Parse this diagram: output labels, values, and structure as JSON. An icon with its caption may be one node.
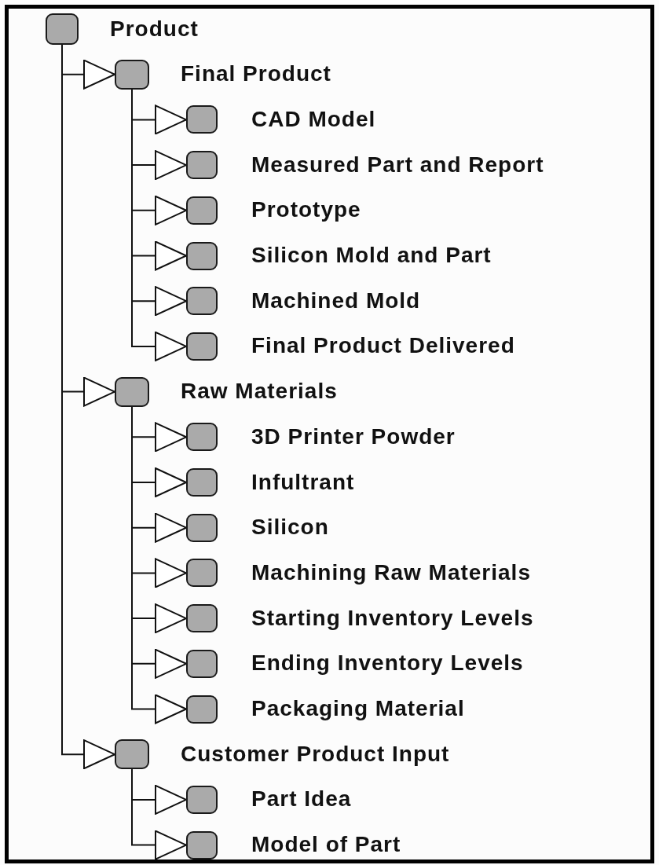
{
  "diagram": {
    "nodes": [
      {
        "text": [
          "Product"
        ]
      },
      {
        "text": [
          "Final Product"
        ]
      },
      {
        "text": [
          "CAD Model"
        ]
      },
      {
        "text": [
          "Measured Part and Report"
        ]
      },
      {
        "text": [
          "Prototype"
        ]
      },
      {
        "text": [
          "Silicon Mold and Part"
        ]
      },
      {
        "text": [
          "Machined Mold"
        ]
      },
      {
        "text": [
          "Final Product Delivered"
        ]
      },
      {
        "text": [
          "Raw Materials"
        ]
      },
      {
        "text": [
          "3D Printer Powder"
        ]
      },
      {
        "text": [
          "Infultrant"
        ]
      },
      {
        "text": [
          "Silicon"
        ]
      },
      {
        "text": [
          "Machining Raw Materials"
        ]
      },
      {
        "text": [
          "Starting Inventory Levels"
        ]
      },
      {
        "text": [
          "Ending Inventory Levels"
        ]
      },
      {
        "text": [
          "Packaging Material"
        ]
      },
      {
        "text": [
          "Customer Product Input"
        ]
      },
      {
        "text": [
          "Part Idea"
        ]
      },
      {
        "text": [
          "Model of Part"
        ]
      }
    ],
    "edges": [
      {
        "from": 0,
        "to": 1,
        "arrow": "to"
      },
      {
        "from": 1,
        "to": 2,
        "arrow": "to"
      },
      {
        "from": 1,
        "to": 3,
        "arrow": "to"
      },
      {
        "from": 1,
        "to": 4,
        "arrow": "to"
      },
      {
        "from": 1,
        "to": 5,
        "arrow": "to"
      },
      {
        "from": 1,
        "to": 6,
        "arrow": "to"
      },
      {
        "from": 1,
        "to": 7,
        "arrow": "to"
      },
      {
        "from": 0,
        "to": 8,
        "arrow": "to"
      },
      {
        "from": 8,
        "to": 9,
        "arrow": "to"
      },
      {
        "from": 8,
        "to": 10,
        "arrow": "to"
      },
      {
        "from": 8,
        "to": 11,
        "arrow": "to"
      },
      {
        "from": 8,
        "to": 12,
        "arrow": "to"
      },
      {
        "from": 8,
        "to": 13,
        "arrow": "to"
      },
      {
        "from": 8,
        "to": 14,
        "arrow": "to"
      },
      {
        "from": 8,
        "to": 15,
        "arrow": "to"
      },
      {
        "from": 0,
        "to": 16,
        "arrow": "to"
      },
      {
        "from": 16,
        "to": 17,
        "arrow": "to"
      },
      {
        "from": 16,
        "to": 18,
        "arrow": "to"
      }
    ]
  }
}
